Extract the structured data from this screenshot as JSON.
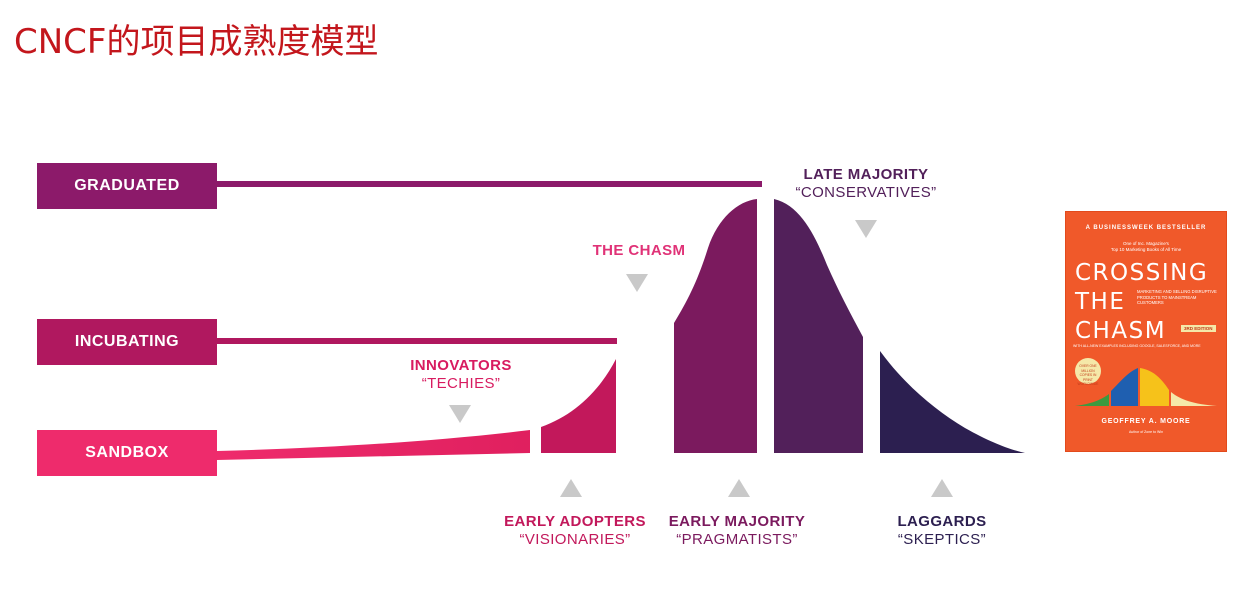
{
  "title": "CNCF的项目成熟度模型",
  "stages": [
    {
      "label": "GRADUATED",
      "color": "#8c1a6a"
    },
    {
      "label": "INCUBATING",
      "color": "#b0185f"
    },
    {
      "label": "SANDBOX",
      "color": "#ee2b6c"
    }
  ],
  "segments": [
    {
      "label": "INNOVATORS",
      "sub": "“TECHIES”",
      "color": "#d81b60"
    },
    {
      "label": "EARLY ADOPTERS",
      "sub": "“VISIONARIES”",
      "color": "#c2185b"
    },
    {
      "label": "EARLY MAJORITY",
      "sub": "“PRAGMATISTS”",
      "color": "#7b1a5e"
    },
    {
      "label": "LATE MAJORITY",
      "sub": "“CONSERVATIVES”",
      "color": "#52205a"
    },
    {
      "label": "LAGGARDS",
      "sub": "“SKEPTICS”",
      "color": "#2c1f50"
    }
  ],
  "chasm": {
    "label": "THE CHASM",
    "color": "#e03277"
  },
  "book": {
    "top": "A BUSINESSWEEK BESTSELLER",
    "small_1": "One of Inc. Magazine's",
    "small_2": "Top 10 Marketing Books of All Time",
    "title_line1": "CROSSING",
    "title_line2": "THE",
    "title_line3": "CHASM",
    "tagline": "MARKETING AND SELLING DISRUPTIVE PRODUCTS TO MAINSTREAM CUSTOMERS",
    "edition": "3RD EDITION",
    "strip": "WITH ALL-NEW EXAMPLES INCLUDING GOOGLE, SALESFORCE, AND MORE",
    "seal": "OVER ONE MILLION COPIES IN PRINT WORLDWIDE",
    "author": "GEOFFREY A. MOORE",
    "author_sub": "Author of Zone to Win",
    "colors": {
      "cover": "#f0592a",
      "green": "#3c9a3f",
      "blue": "#1f5fb0",
      "yellow": "#f6c21a",
      "light": "#f5e8a8"
    }
  }
}
